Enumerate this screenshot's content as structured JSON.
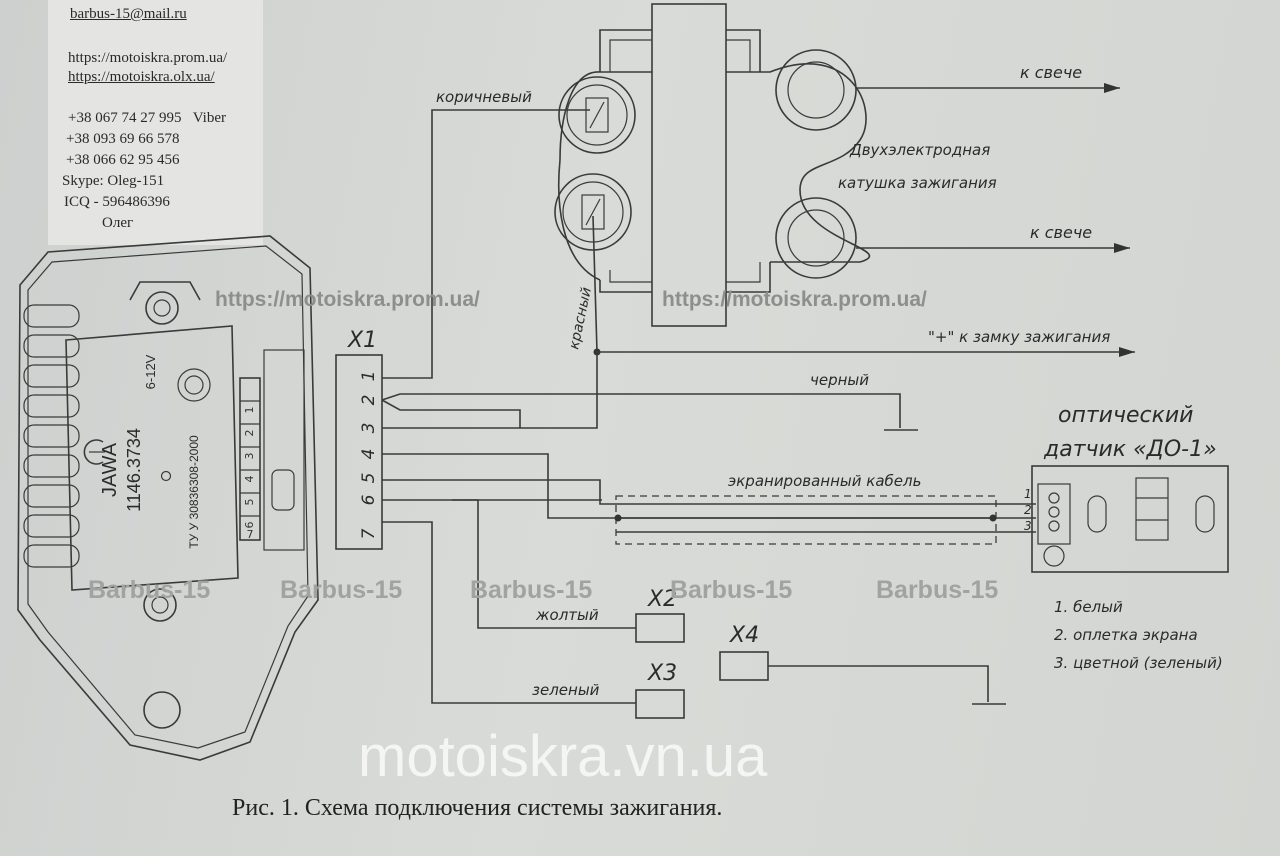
{
  "contact": {
    "email": "barbus-15@mail.ru",
    "site1": "https://motoiskra.prom.ua/",
    "site2": "https://motoiskra.olx.ua/",
    "phone1": "+38 067 74 27 995",
    "phone1_tag": "Viber",
    "phone2": "+38 093 69 66 578",
    "phone3": "+38 066 62 95 456",
    "skype": "Skype: Oleg-151",
    "icq": "ICQ - 596486396",
    "name": "Олег"
  },
  "module": {
    "brand": "JAWA",
    "model": "1146.3734",
    "voltage": "6-12V",
    "spec": "ТУ У 30836308-2000",
    "pins": [
      "1",
      "2",
      "3",
      "4",
      "5",
      "6",
      "7"
    ]
  },
  "connectors": {
    "x1": "X1",
    "x2": "X2",
    "x3": "X3",
    "x4": "X4",
    "x1_pins": [
      "7",
      "6",
      "5",
      "4",
      "3",
      "2",
      "1"
    ]
  },
  "coil": {
    "label_line1": "Двухэлектродная",
    "label_line2": "катушка зажигания",
    "to_spark_top": "к свече",
    "to_spark_bottom": "к свече"
  },
  "wires": {
    "brown": "коричневый",
    "red": "красный",
    "black": "черный",
    "ignition_lock": "\"+\" к замку зажигания",
    "shielded": "экранированный кабель",
    "yellow": "жолтый",
    "green": "зеленый"
  },
  "sensor": {
    "title_line1": "оптический",
    "title_line2": "датчик «ДО-1»",
    "terminals": [
      "1",
      "2",
      "3"
    ],
    "legend": [
      "1. белый",
      "2. оплетка экрана",
      "3. цветной (зеленый)"
    ]
  },
  "watermarks": {
    "url": "https://motoiskra.prom.ua/",
    "barbus": "Barbus-15",
    "site": "motoiskra.vn.ua"
  },
  "caption": "Рис. 1. Схема подключения системы зажигания."
}
